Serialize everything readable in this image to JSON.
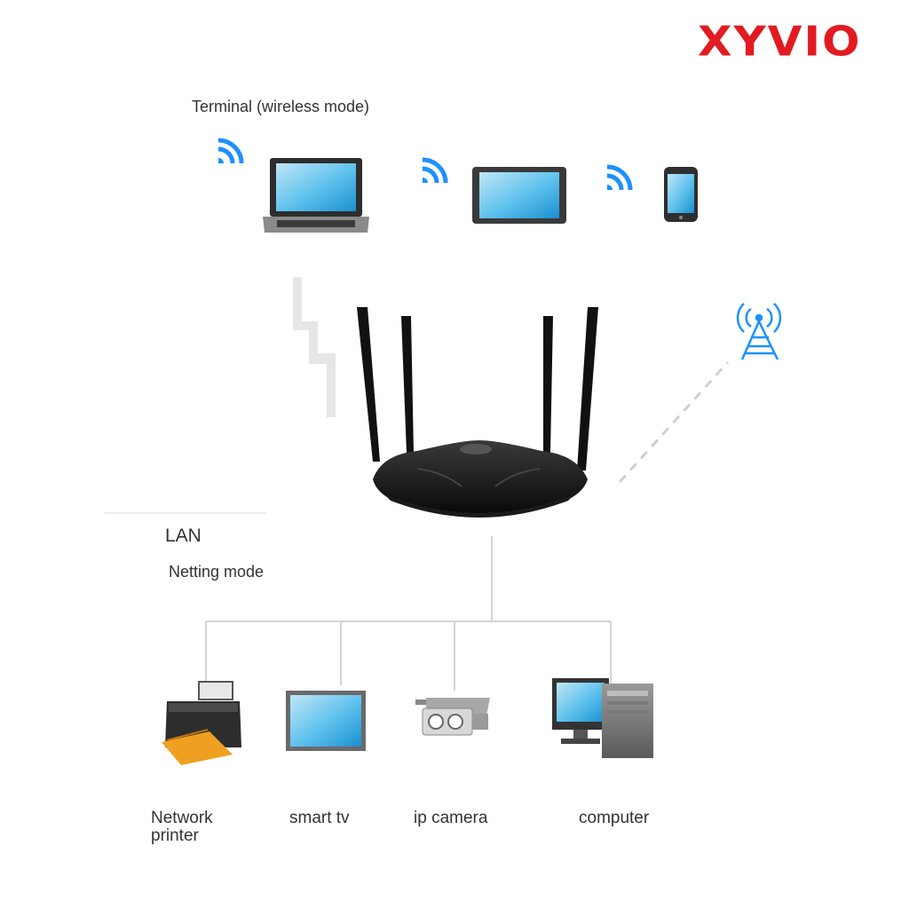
{
  "brand": {
    "name": "XYVIO",
    "color": "#e21b22"
  },
  "wireless": {
    "title": "Terminal (wireless mode)",
    "devices": [
      {
        "name": "laptop",
        "icon": "laptop-icon"
      },
      {
        "name": "tablet",
        "icon": "tablet-icon"
      },
      {
        "name": "phone",
        "icon": "smartphone-icon"
      }
    ],
    "signal_icon": "wifi-signal-icon",
    "signal_color": "#1e90ff"
  },
  "router": {
    "icon": "router-icon",
    "antennas": 4
  },
  "uplink": {
    "icon": "cell-tower-icon",
    "color": "#1e90ff"
  },
  "lan": {
    "title": "LAN",
    "subtitle": "Netting mode",
    "devices": [
      {
        "label": "Network\nprinter",
        "icon": "printer-icon"
      },
      {
        "label": "smart tv",
        "icon": "smart-tv-icon"
      },
      {
        "label": "ip camera",
        "icon": "ip-camera-icon"
      },
      {
        "label": "computer",
        "icon": "desktop-computer-icon"
      }
    ]
  }
}
